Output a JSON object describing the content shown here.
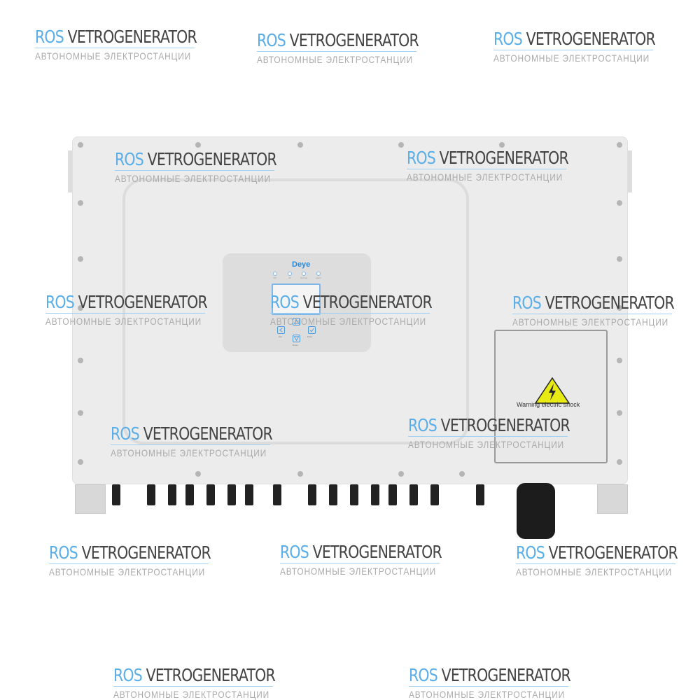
{
  "device": {
    "brand": "Deye",
    "leds": [
      "DC",
      "AC",
      "Normal",
      "Alarm"
    ],
    "keys": {
      "up": "Up",
      "esc": "Esc",
      "enter": "Enter",
      "down": "Down"
    },
    "warning_label": "Warning electric shock"
  },
  "watermark": {
    "brand_a": "ROS",
    "brand_b": "VETROGENERATOR",
    "subtitle": "АВТОНОМНЫЕ  ЭЛЕКТРОСТАНЦИИ",
    "count": 15
  },
  "colors": {
    "accent": "#5aaee8",
    "warning": "#e8ea14"
  }
}
